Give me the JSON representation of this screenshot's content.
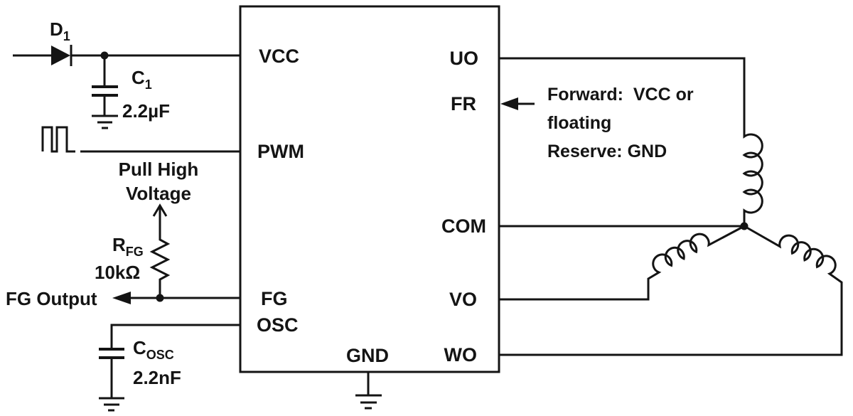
{
  "ic": {
    "pin_vcc": "VCC",
    "pin_pwm": "PWM",
    "pin_fg": "FG",
    "pin_osc": "OSC",
    "pin_uo": "UO",
    "pin_fr": "FR",
    "pin_com": "COM",
    "pin_vo": "VO",
    "pin_wo": "WO",
    "pin_gnd": "GND"
  },
  "components": {
    "d1": {
      "ref": "D",
      "sub": "1"
    },
    "c1": {
      "ref": "C",
      "sub": "1",
      "value": "2.2µF"
    },
    "rfg": {
      "ref": "R",
      "sub": "FG",
      "value": "10kΩ"
    },
    "cosc": {
      "ref": "C",
      "sub": "OSC",
      "value": "2.2nF"
    }
  },
  "annotations": {
    "pull_high_line1": "Pull High",
    "pull_high_line2": "Voltage",
    "fg_output": "FG Output",
    "fr_note_line1": "Forward:  VCC or",
    "fr_note_line2": "floating",
    "fr_note_line3": "Reserve: GND"
  },
  "colors": {
    "line": "#141414",
    "background": "#ffffff"
  }
}
